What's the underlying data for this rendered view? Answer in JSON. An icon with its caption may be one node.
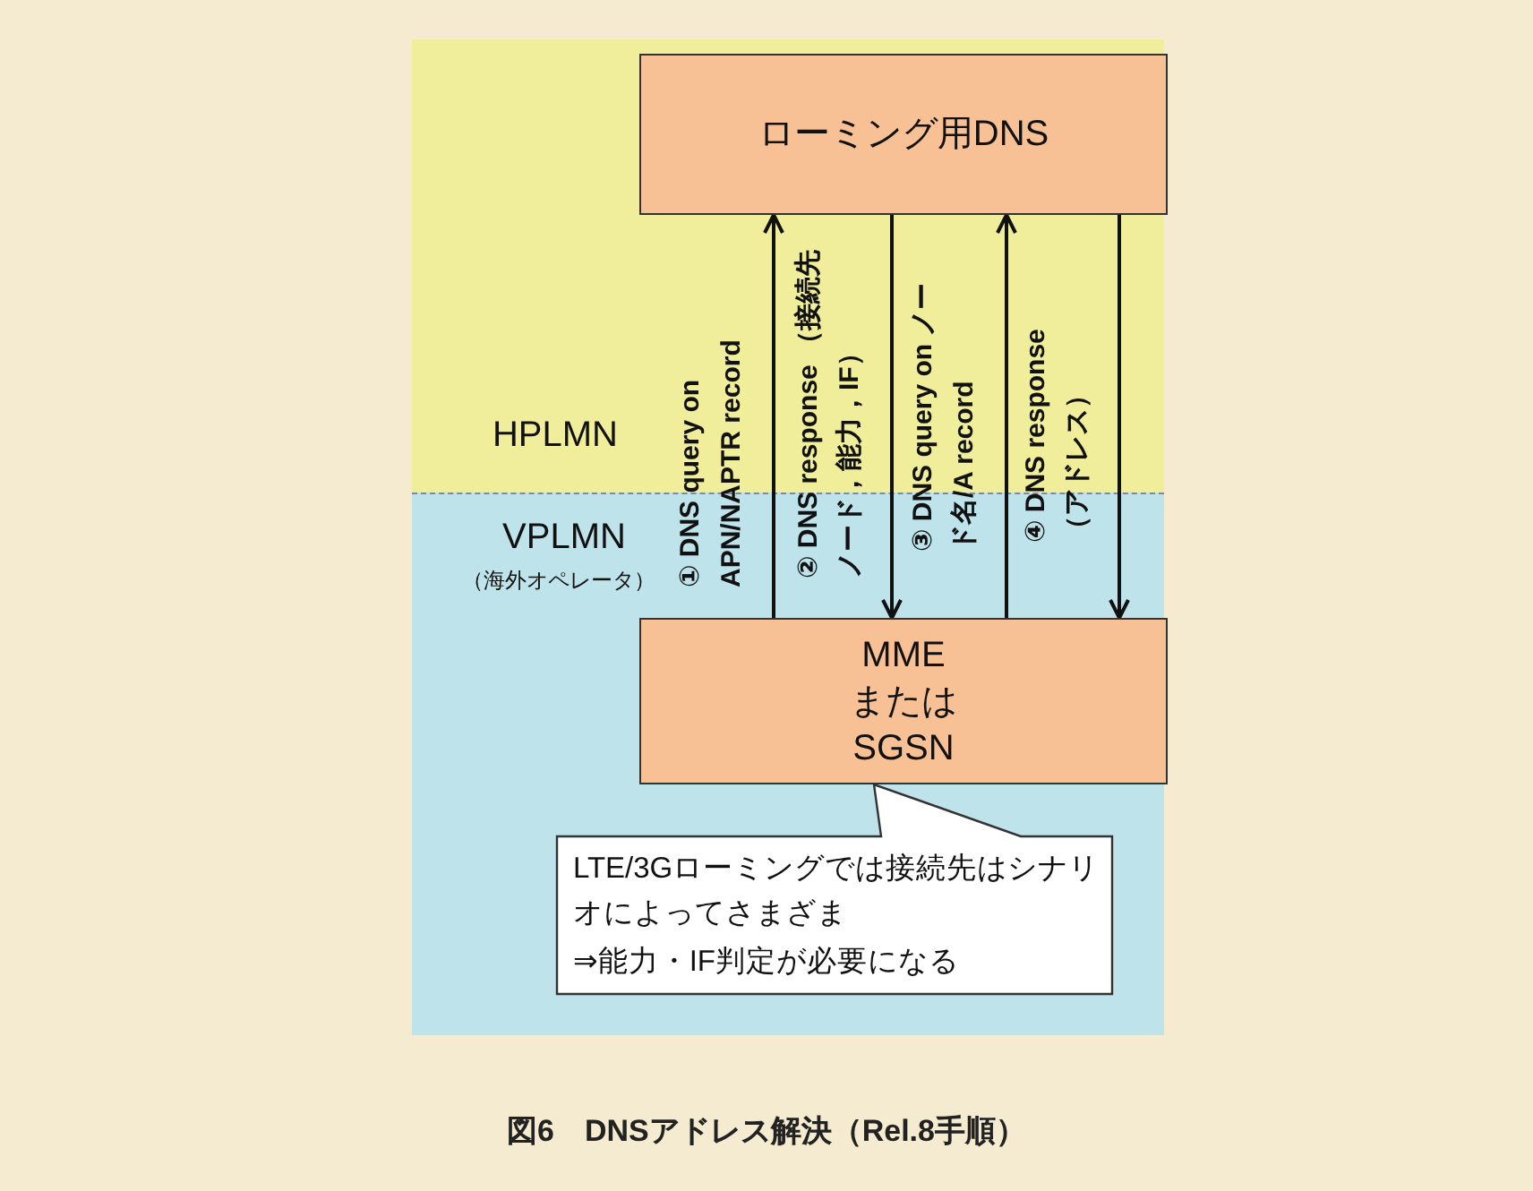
{
  "diagram": {
    "caption": "図6　DNSアドレス解決（Rel.8手順）",
    "nodes": [
      {
        "text": [
          "ローミング用DNS"
        ]
      },
      {
        "text": [
          "MME または SGSN"
        ]
      },
      {
        "text": [
          "LTE/3Gローミングでは接続先はシナリオによってさまざま",
          "⇒能力・IF判定が必要になる"
        ]
      }
    ],
    "edges": [
      {
        "from": 1,
        "to": 0,
        "arrow": "to",
        "label": "① DNS query on APN/NAPTR record"
      },
      {
        "from": 0,
        "to": 1,
        "arrow": "to",
        "label": "② DNS response （接続先ノード，能力，IF）"
      },
      {
        "from": 1,
        "to": 0,
        "arrow": "to",
        "label": "③ DNS query on ノード名/A record"
      },
      {
        "from": 0,
        "to": 1,
        "arrow": "to",
        "label": "④ DNS response （アドレス）"
      }
    ],
    "labels": [
      "HPLMN",
      "VPLMN",
      "（海外オペレータ）"
    ]
  }
}
